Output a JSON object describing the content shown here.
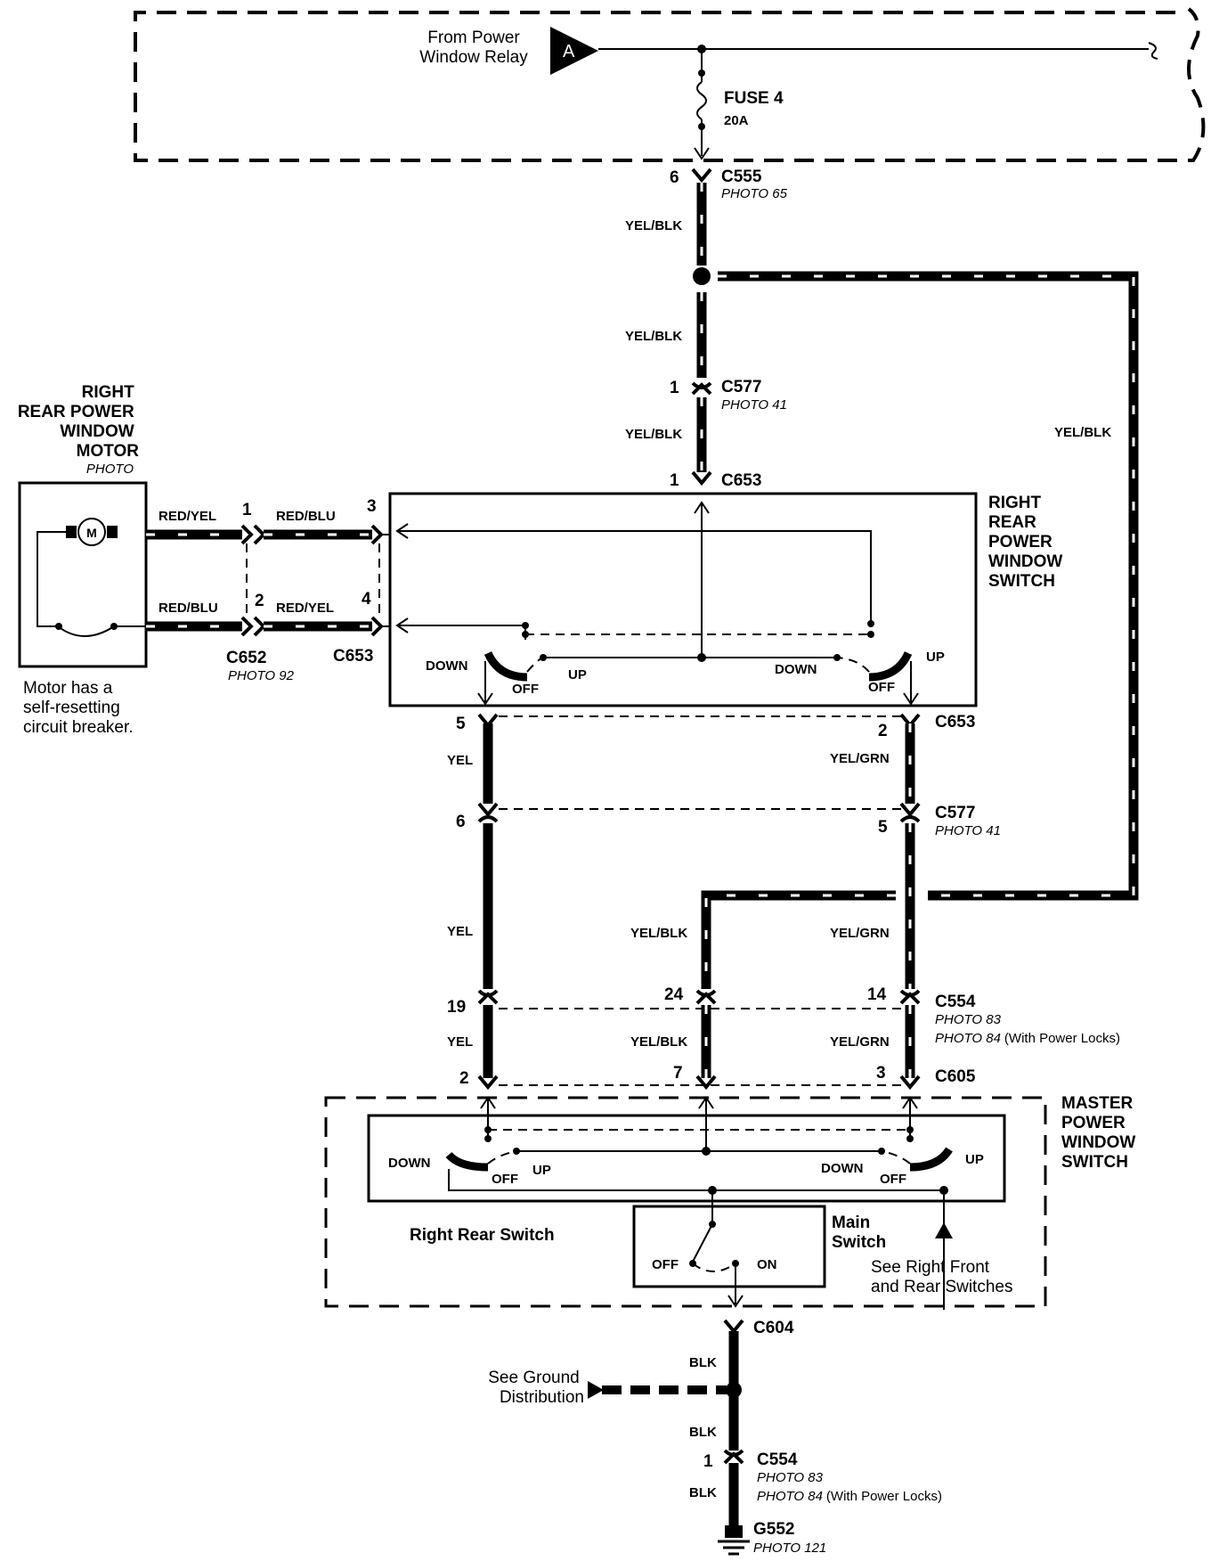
{
  "relay": {
    "line1": "From Power",
    "line2": "Window Relay",
    "marker": "A"
  },
  "fuse": {
    "name": "FUSE 4",
    "rating": "20A"
  },
  "connectors": {
    "c555": {
      "name": "C555",
      "photo": "PHOTO 65",
      "pin": "6"
    },
    "c577_top": {
      "name": "C577",
      "photo": "PHOTO 41",
      "pin": "1"
    },
    "c653_top": {
      "name": "C653",
      "pin": "1"
    },
    "c653_left": {
      "name": "C653",
      "pin_up": "3",
      "pin_down": "4"
    },
    "c652": {
      "name": "C652",
      "photo": "PHOTO 92",
      "pin_up": "1",
      "pin_down": "2"
    },
    "c653_bottom": {
      "name": "C653",
      "pin_left": "5",
      "pin_right": "2"
    },
    "c577_mid": {
      "name": "C577",
      "photo": "PHOTO 41",
      "pin_left": "6",
      "pin_right": "5"
    },
    "c554_mid": {
      "name": "C554",
      "photo1": "PHOTO 83",
      "photo2_prefix": "PHOTO 84",
      "photo2_suffix": "(With Power Locks)",
      "pin_left": "19",
      "pin_mid": "24",
      "pin_right": "14"
    },
    "c605": {
      "name": "C605",
      "pin_left": "2",
      "pin_mid": "7",
      "pin_right": "3"
    },
    "c604": {
      "name": "C604"
    },
    "c554_bottom": {
      "name": "C554",
      "photo1": "PHOTO 83",
      "photo2_prefix": "PHOTO 84",
      "photo2_suffix": "(With Power Locks)",
      "pin": "1"
    },
    "g552": {
      "name": "G552",
      "photo": "PHOTO 121"
    }
  },
  "wires": {
    "yel_blk": "YEL/BLK",
    "red_yel": "RED/YEL",
    "red_blu": "RED/BLU",
    "yel": "YEL",
    "yel_grn": "YEL/GRN",
    "blk": "BLK"
  },
  "motor": {
    "title": [
      "RIGHT",
      "REAR POWER",
      "WINDOW",
      "MOTOR"
    ],
    "photo": "PHOTO",
    "symbol": "M",
    "note": [
      "Motor has a",
      "self-resetting",
      "circuit breaker."
    ]
  },
  "rr_switch": {
    "title": [
      "RIGHT",
      "REAR",
      "POWER",
      "WINDOW",
      "SWITCH"
    ],
    "down": "DOWN",
    "off": "OFF",
    "up": "UP"
  },
  "master_switch": {
    "title": [
      "MASTER",
      "POWER",
      "WINDOW",
      "SWITCH"
    ],
    "rr_label": "Right Rear Switch",
    "main_label": [
      "Main",
      "Switch"
    ],
    "off": "OFF",
    "on": "ON",
    "down": "DOWN",
    "up": "UP",
    "see": [
      "See Right Front",
      "and Rear Switches"
    ]
  },
  "ground": {
    "see": [
      "See Ground",
      "Distribution"
    ]
  }
}
